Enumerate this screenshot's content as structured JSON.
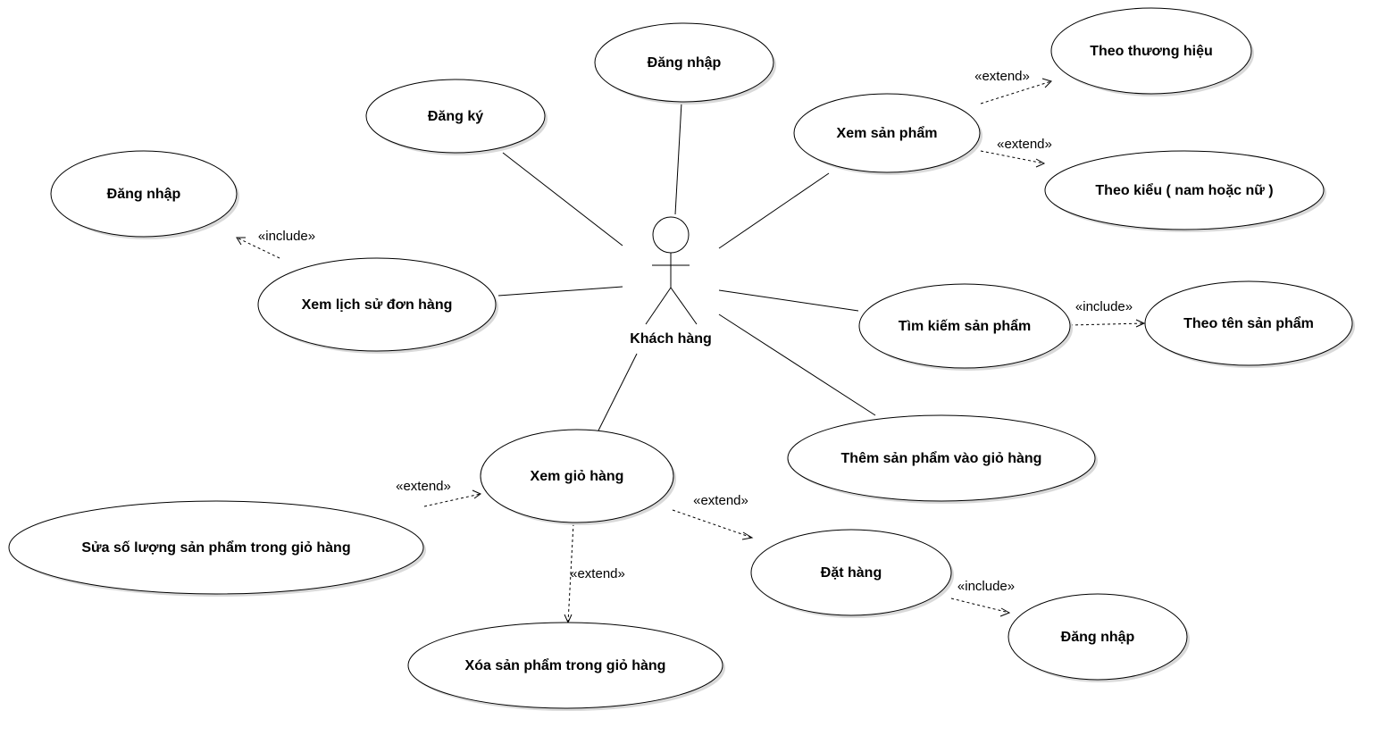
{
  "actor": {
    "name": "Khách hàng"
  },
  "use_cases": {
    "dang_nhap_top": "Đăng nhập",
    "dang_ky": "Đăng ký",
    "dang_nhap_left": "Đăng nhập",
    "xem_lich_su": "Xem lịch sử đơn hàng",
    "xem_san_pham": "Xem sản phẩm",
    "theo_thuong_hieu": "Theo thương hiệu",
    "theo_kieu": "Theo kiểu ( nam hoặc nữ )",
    "tim_kiem": "Tìm kiếm sản phẩm",
    "theo_ten": "Theo tên sản phẩm",
    "them_gio_hang": "Thêm sản phẩm vào giỏ hàng",
    "xem_gio_hang": "Xem giỏ hàng",
    "sua_so_luong": "Sửa số lượng sản phẩm trong giỏ hàng",
    "xoa_san_pham": "Xóa sản phẩm trong giỏ hàng",
    "dat_hang": "Đặt hàng",
    "dang_nhap_bottom": "Đăng nhập"
  },
  "stereotypes": {
    "extend_thuong_hieu": "«extend»",
    "extend_kieu": "«extend»",
    "include_lich_su": "«include»",
    "include_ten": "«include»",
    "extend_sua": "«extend»",
    "extend_xoa": "«extend»",
    "extend_dat_hang": "«extend»",
    "include_dat_hang": "«include»"
  }
}
